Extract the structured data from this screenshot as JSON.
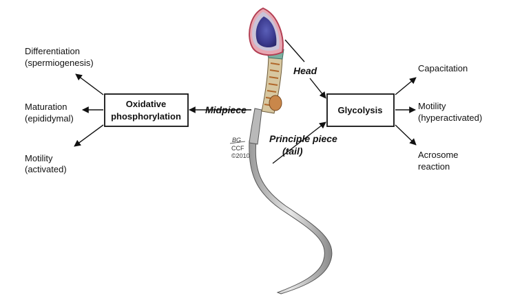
{
  "center_left_box": {
    "line1": "Oxidative",
    "line2": "phosphorylation"
  },
  "center_right_box": {
    "label": "Glycolysis"
  },
  "parts": {
    "head": "Head",
    "midpiece": "Midpiece",
    "principal_line1": "Principle piece",
    "principal_line2": "(tail)"
  },
  "left_outputs": [
    {
      "line1": "Differentiation",
      "line2": "(spermiogenesis)"
    },
    {
      "line1": "Maturation",
      "line2": "(epididymal)"
    },
    {
      "line1": "Motility",
      "line2": "(activated)"
    }
  ],
  "right_outputs": [
    {
      "line1": "Capacitation",
      "line2": ""
    },
    {
      "line1": "Motility",
      "line2": "(hyperactivated)"
    },
    {
      "line1": "Acrosome",
      "line2": "reaction"
    }
  ],
  "signature": {
    "initials": "BG",
    "org": "CCF",
    "year": "©2010"
  }
}
